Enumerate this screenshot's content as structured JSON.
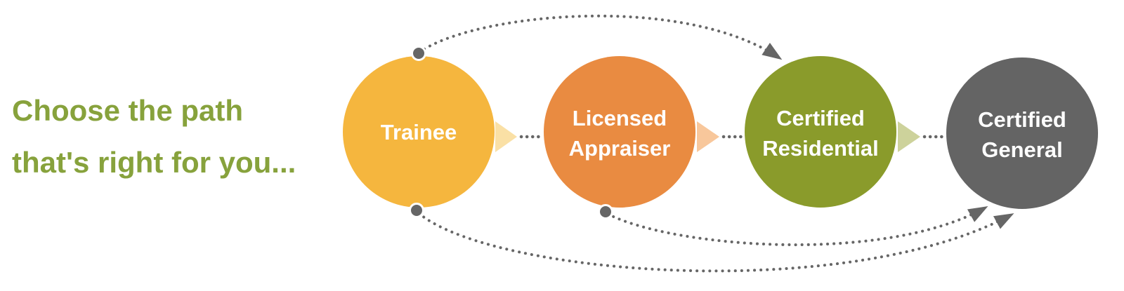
{
  "headline": {
    "line1": "Choose the path",
    "line2": "that's right for you...",
    "color": "#87A23C"
  },
  "stages": [
    {
      "id": "trainee",
      "lines": [
        "Trainee"
      ],
      "fill": "#F5B63E",
      "arrow_fill": "#FAE0A5"
    },
    {
      "id": "licensed-appraiser",
      "lines": [
        "Licensed",
        "Appraiser"
      ],
      "fill": "#E98B41",
      "arrow_fill": "#F8C79B"
    },
    {
      "id": "certified-residential",
      "lines": [
        "Certified",
        "Residential"
      ],
      "fill": "#8A9B2B",
      "arrow_fill": "#CDD29B"
    },
    {
      "id": "certified-general",
      "lines": [
        "Certified",
        "General"
      ],
      "fill": "#646464"
    }
  ],
  "label_text_color": "#FFFFFF",
  "connectors": {
    "color": "#666666",
    "dot_color": "#666666",
    "routes": [
      {
        "from": "Trainee",
        "to": "Licensed Appraiser",
        "via": "direct arrow"
      },
      {
        "from": "Licensed Appraiser",
        "to": "Certified Residential",
        "via": "direct arrow"
      },
      {
        "from": "Certified Residential",
        "to": "Certified General",
        "via": "direct arrow"
      },
      {
        "from": "Trainee",
        "to": "Certified Residential",
        "via": "top dotted curve"
      },
      {
        "from": "Trainee",
        "to": "Certified General",
        "via": "bottom dotted curve"
      },
      {
        "from": "Licensed Appraiser",
        "to": "Certified General",
        "via": "bottom dotted curve"
      }
    ]
  },
  "background": "#FFFFFF"
}
